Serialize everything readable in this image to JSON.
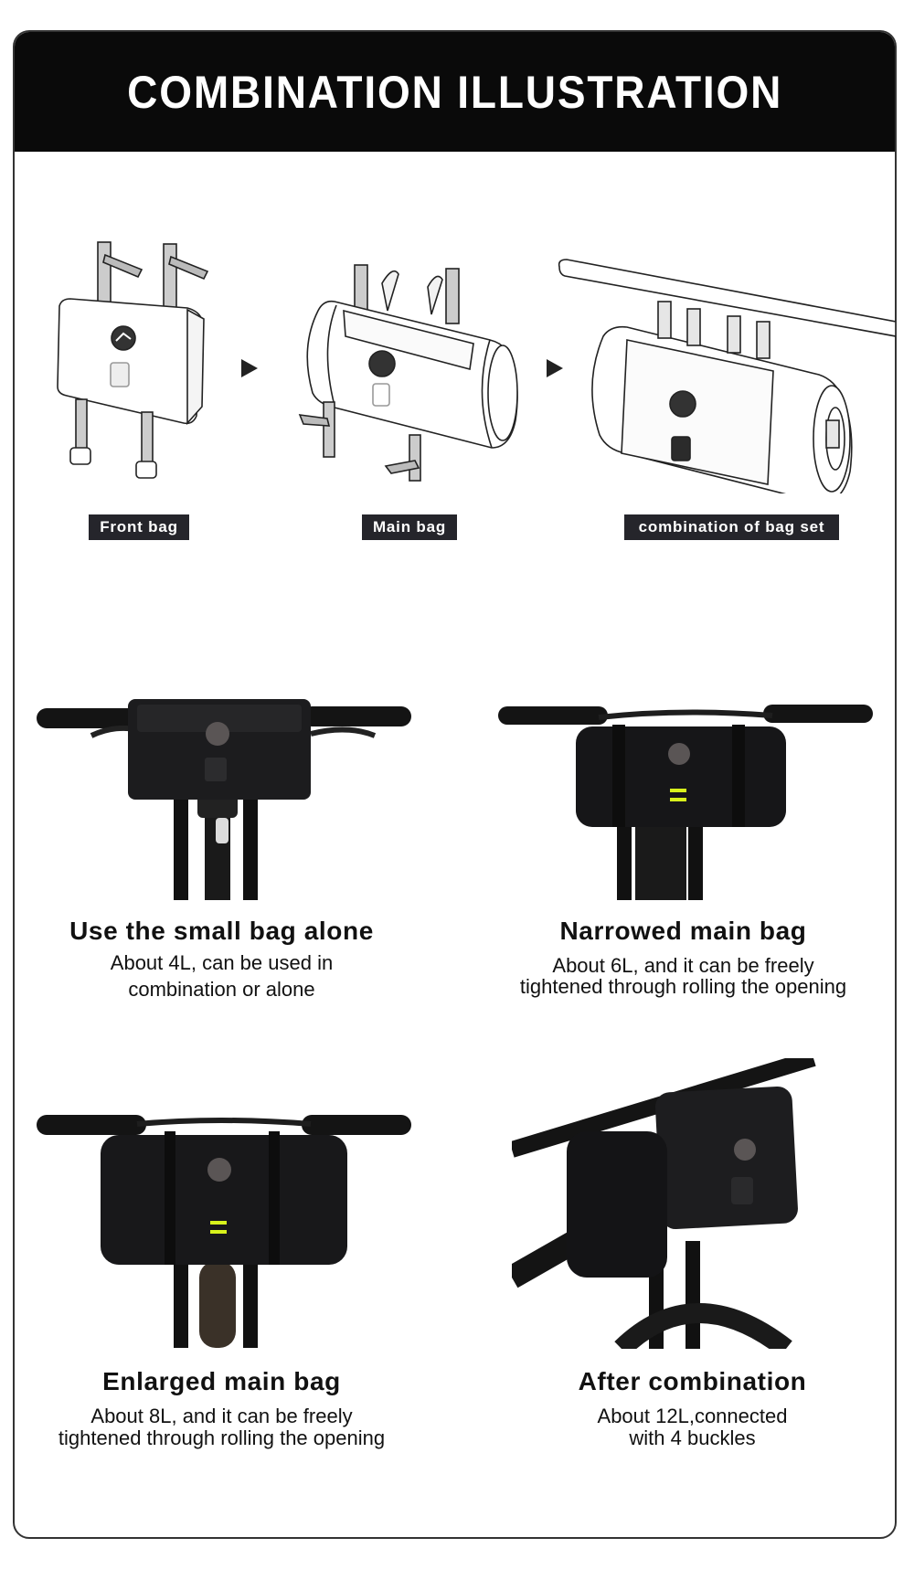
{
  "header": {
    "title": "COMBINATION ILLUSTRATION"
  },
  "diagram": {
    "labels": [
      "Front bag",
      "Main bag",
      "combination of bag set"
    ],
    "arrow_icon": "right-triangle-arrow"
  },
  "sections": [
    {
      "title": "Use the small bag alone",
      "lines": [
        "About 4L, can be used in",
        "combination or alone"
      ]
    },
    {
      "title": "Narrowed main bag",
      "lines": [
        "About 6L, and it can be freely",
        "tightened through rolling the opening"
      ]
    },
    {
      "title": "Enlarged main bag",
      "lines": [
        "About 8L, and it can be freely",
        "tightened through rolling the opening"
      ]
    },
    {
      "title": "After combination",
      "lines": [
        "About 12L,connected",
        "with 4 buckles"
      ]
    }
  ],
  "colors": {
    "header_bg": "#0a0a0a",
    "label_bg": "#25252b",
    "reflective_accent": "#d8f21c",
    "frame_border": "#333333"
  }
}
